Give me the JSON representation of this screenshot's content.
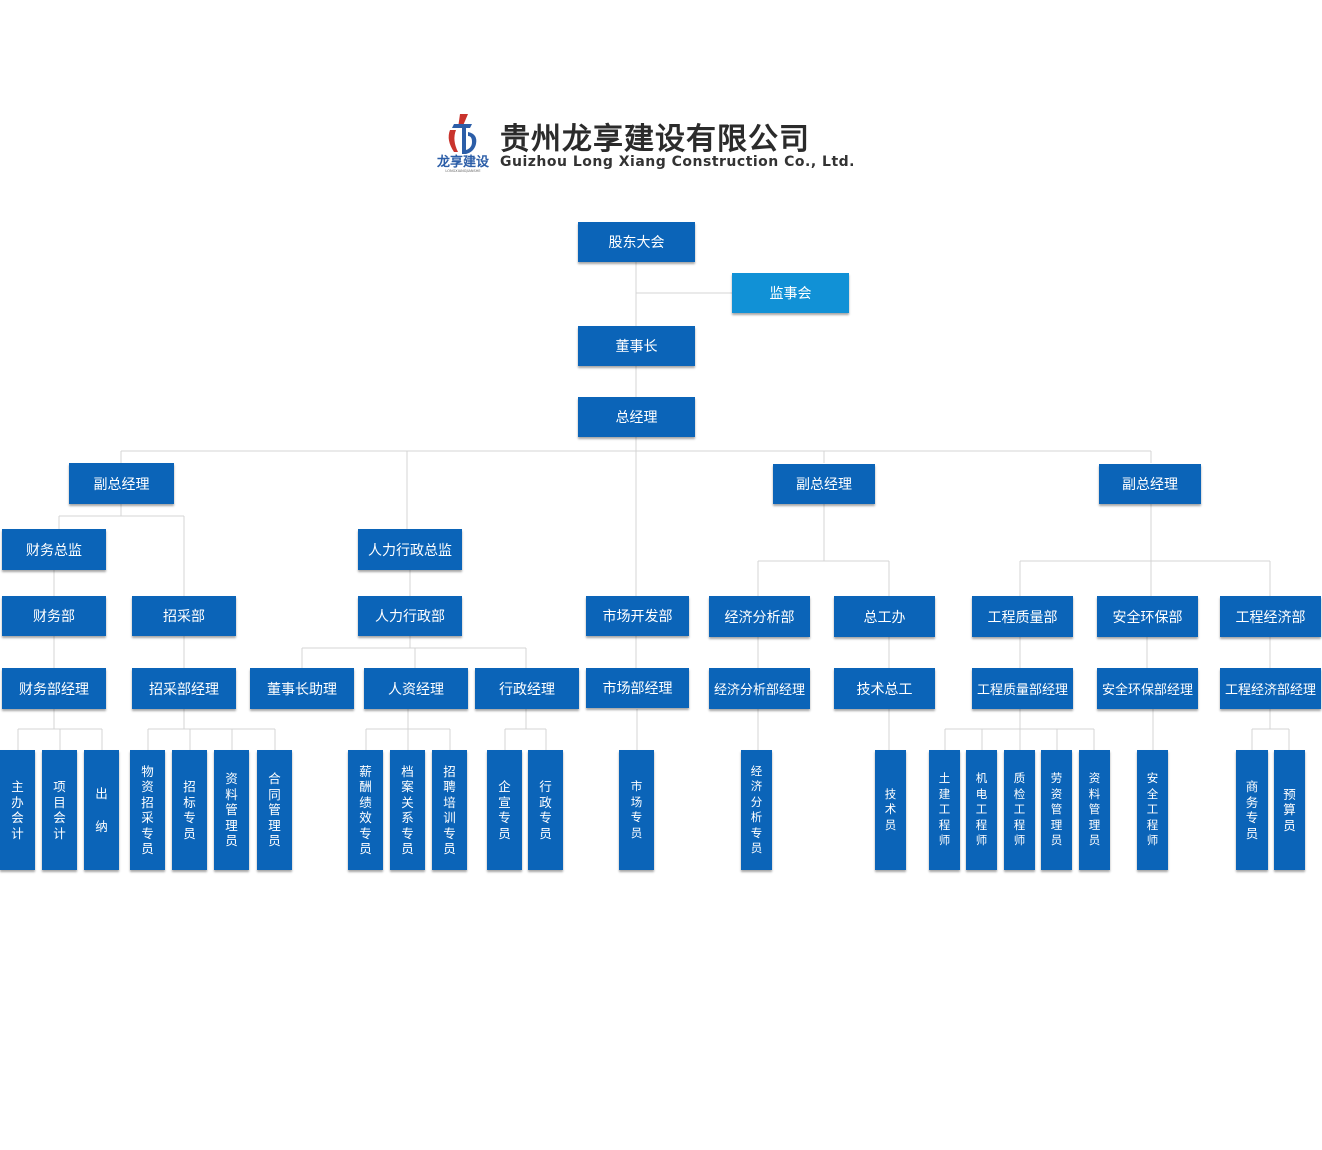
{
  "colors": {
    "box": "#0b64b8",
    "supervisor": "#1191d6",
    "line": "#d4d4d4",
    "text": "#ffffff"
  },
  "logo": {
    "mark_text": "龙享建设",
    "mark_subtext": "LONGXIANGJIANSHE",
    "name_cn": "贵州龙享建设有限公司",
    "name_en": "Guizhou Long Xiang Construction Co., Ltd."
  },
  "nodes": {
    "shareholders": "股东大会",
    "supervisors": "监事会",
    "chairman": "董事长",
    "general_manager": "总经理",
    "vp_left": "副总经理",
    "vp_mid": "副总经理",
    "vp_right": "副总经理",
    "finance_director": "财务总监",
    "hr_admin_director": "人力行政总监",
    "finance_dept": "财务部",
    "procurement_dept": "招采部",
    "hr_admin_dept": "人力行政部",
    "market_dept": "市场开发部",
    "econ_analysis_dept": "经济分析部",
    "chief_engineer_office": "总工办",
    "quality_dept": "工程质量部",
    "safety_dept": "安全环保部",
    "eng_econ_dept": "工程经济部",
    "finance_manager": "财务部经理",
    "procurement_manager": "招采部经理",
    "chairman_assistant": "董事长助理",
    "hr_manager": "人资经理",
    "admin_manager": "行政经理",
    "market_manager": "市场部经理",
    "econ_analysis_manager": "经济分析部经理",
    "chief_engineer": "技术总工",
    "quality_manager": "工程质量部经理",
    "safety_manager": "安全环保部经理",
    "eng_econ_manager": "工程经济部经理"
  },
  "staff": {
    "chief_accountant": "主办会计",
    "project_accountant": "项目会计",
    "cashier": "出纳",
    "material_procurement": "物资招采专员",
    "bidding_specialist": "招标专员",
    "document_manager": "资料管理员",
    "contract_manager": "合同管理员",
    "compensation": "薪酬绩效专员",
    "archive_relations": "档案关系专员",
    "recruitment_training": "招聘培训专员",
    "corporate_publicity": "企宣专员",
    "admin_specialist": "行政专员",
    "market_specialist": "市场专员",
    "econ_analysis_specialist": "经济分析专员",
    "technician": "技术员",
    "civil_engineer": "土建工程师",
    "mech_elec_engineer": "机电工程师",
    "qc_engineer": "质检工程师",
    "labor_manager": "劳资管理员",
    "eng_document_manager": "资料管理员",
    "safety_engineer": "安全工程师",
    "business_specialist": "商务专员",
    "budget_specialist": "预算员"
  }
}
